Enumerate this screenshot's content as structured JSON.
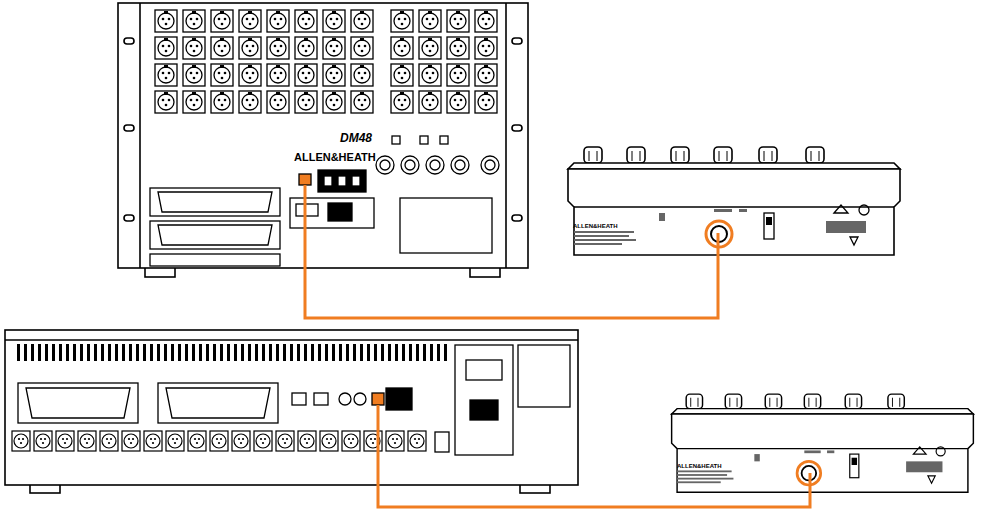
{
  "diagram": {
    "nodes": [
      {
        "text": [
          "DM48",
          "ALLEN&HEATH"
        ]
      },
      {
        "text": [
          "ALLEN&HEATH"
        ]
      },
      {
        "text": []
      },
      {
        "text": [
          "ALLEN&HEATH"
        ]
      }
    ],
    "edges": [
      {
        "from": 0,
        "to": 1,
        "arrow": "none"
      },
      {
        "from": 2,
        "to": 3,
        "arrow": "none"
      }
    ]
  }
}
